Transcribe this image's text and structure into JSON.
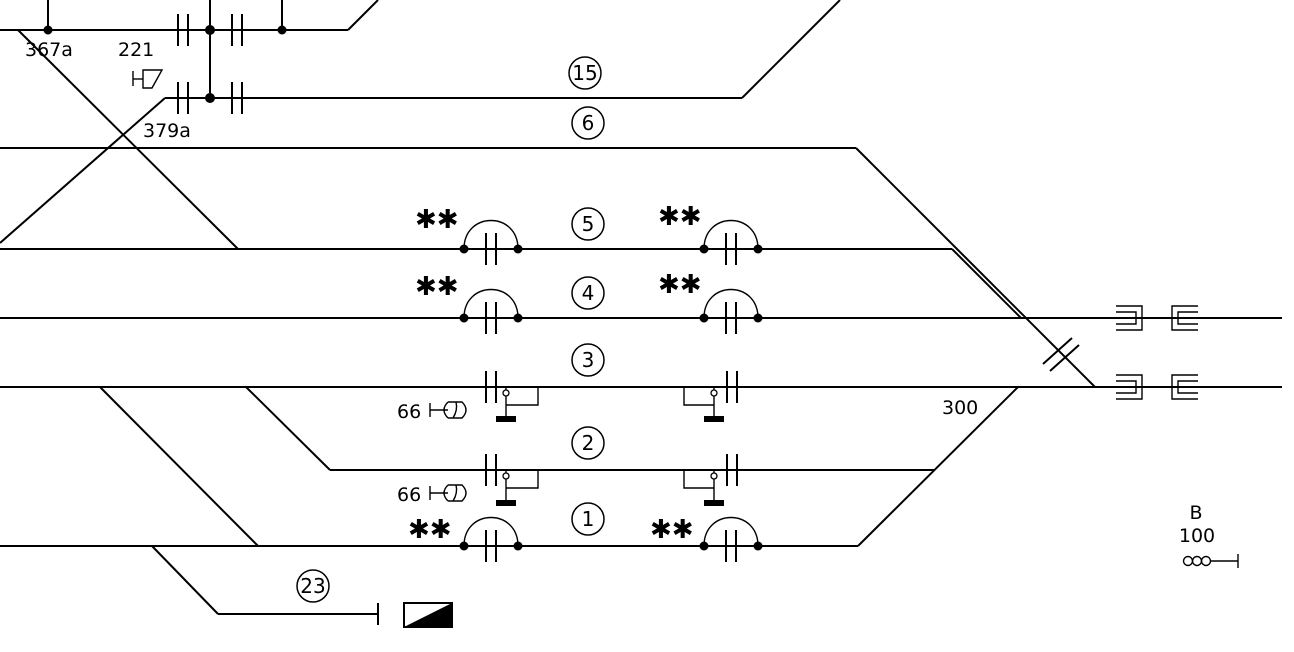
{
  "track_numbers": {
    "t1": "1",
    "t2": "2",
    "t3": "3",
    "t4": "4",
    "t5": "5",
    "t6": "6",
    "t15": "15",
    "t23": "23"
  },
  "labels": {
    "l367a": "367a",
    "l221": "221",
    "l379a": "379a",
    "l66_a": "66",
    "l66_b": "66",
    "l300": "300",
    "lB": "B",
    "l100": "100"
  },
  "markers": {
    "asterisks": "✱✱"
  },
  "colors": {
    "line": "#000000",
    "background": "#ffffff"
  }
}
